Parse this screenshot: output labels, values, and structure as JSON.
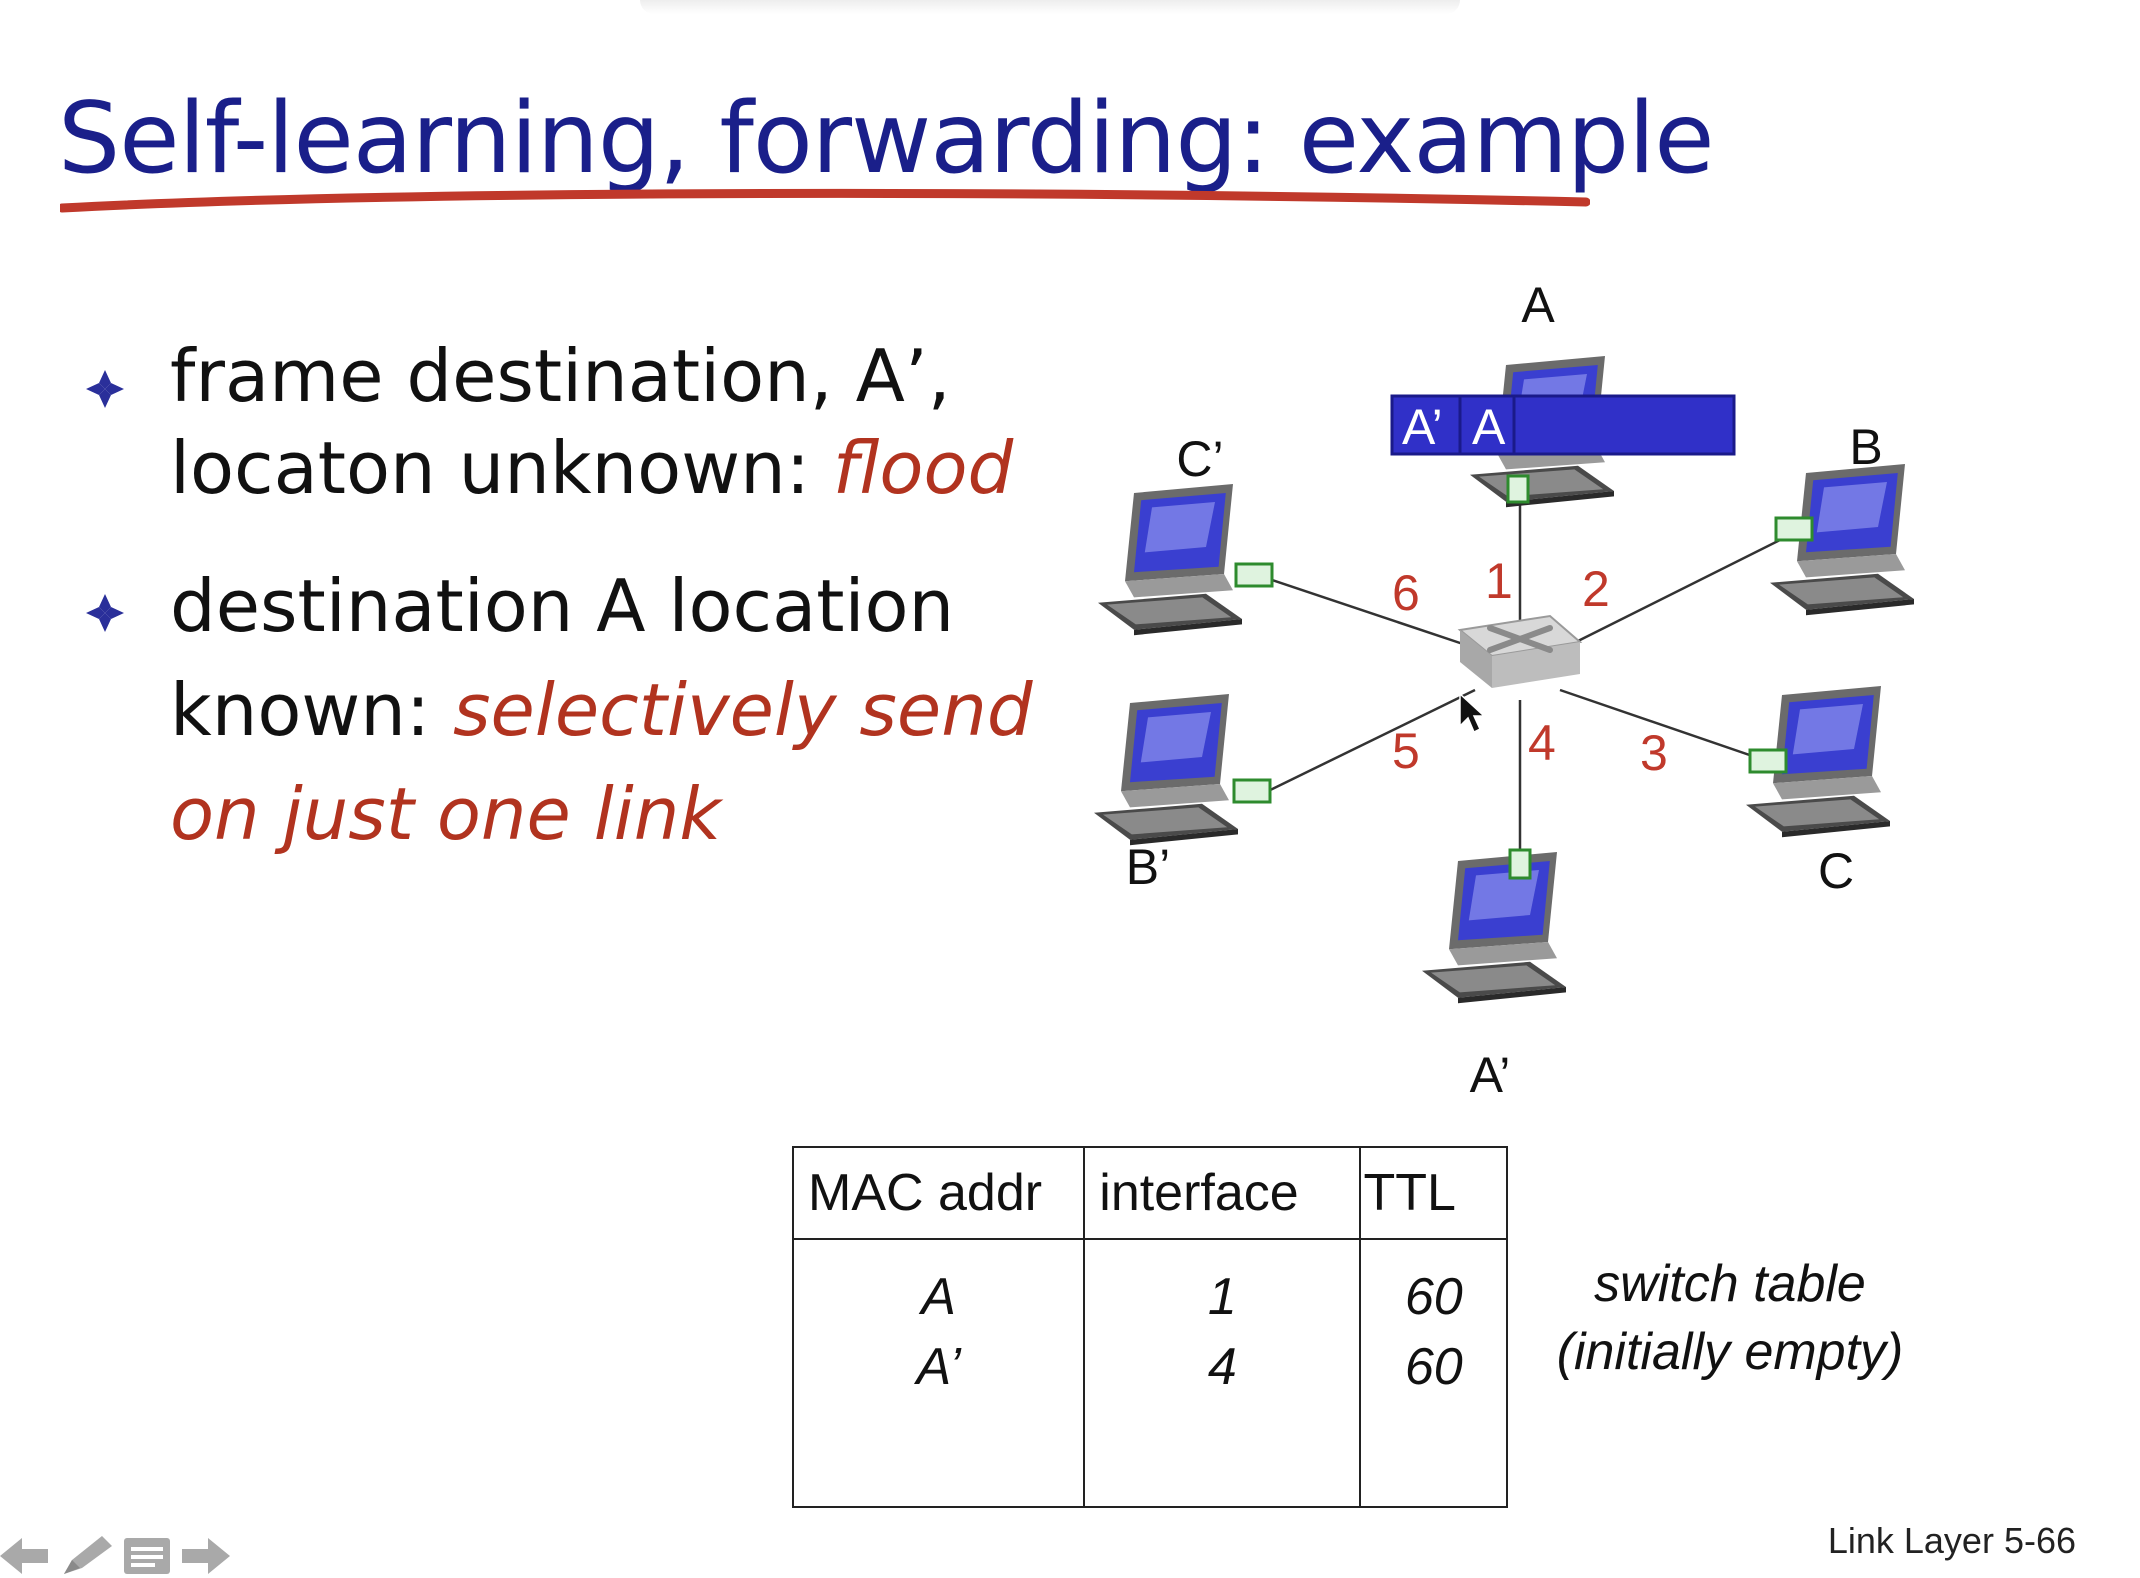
{
  "slide": {
    "title": "Self-learning, forwarding: example",
    "bullets": [
      {
        "line1": "frame destination, A’,",
        "line2_prefix": "locaton unknown: ",
        "line2_emph": "flood"
      },
      {
        "line1": "destination A location",
        "line2_prefix": "known: ",
        "line2_emph": "selectively send",
        "line3_emph": "on just one link"
      }
    ],
    "footer": "Link Layer  5-66"
  },
  "diagram": {
    "hosts": {
      "A": "A",
      "B": "B",
      "C": "C",
      "A_prime": "A’",
      "B_prime": "B’",
      "C_prime": "C’"
    },
    "ports": [
      "1",
      "2",
      "3",
      "4",
      "5",
      "6"
    ],
    "frame": {
      "dest": "A’",
      "src": "A"
    }
  },
  "switch_table": {
    "headers": [
      "MAC addr",
      "interface",
      "TTL"
    ],
    "rows": [
      {
        "mac": "A",
        "iface": "1",
        "ttl": "60"
      },
      {
        "mac": "A’",
        "iface": "4",
        "ttl": "60"
      }
    ],
    "caption_line1": "switch table",
    "caption_line2": "(initially empty)"
  },
  "colors": {
    "title": "#1a1f8a",
    "underline": "#c0392b",
    "emphasis": "#b1331f",
    "frame": "#3030c8",
    "port_label": "#c0392b",
    "nic": "#2e8b2e"
  },
  "nav_icons": [
    "back-arrow-icon",
    "pen-icon",
    "notes-icon",
    "forward-arrow-icon"
  ]
}
